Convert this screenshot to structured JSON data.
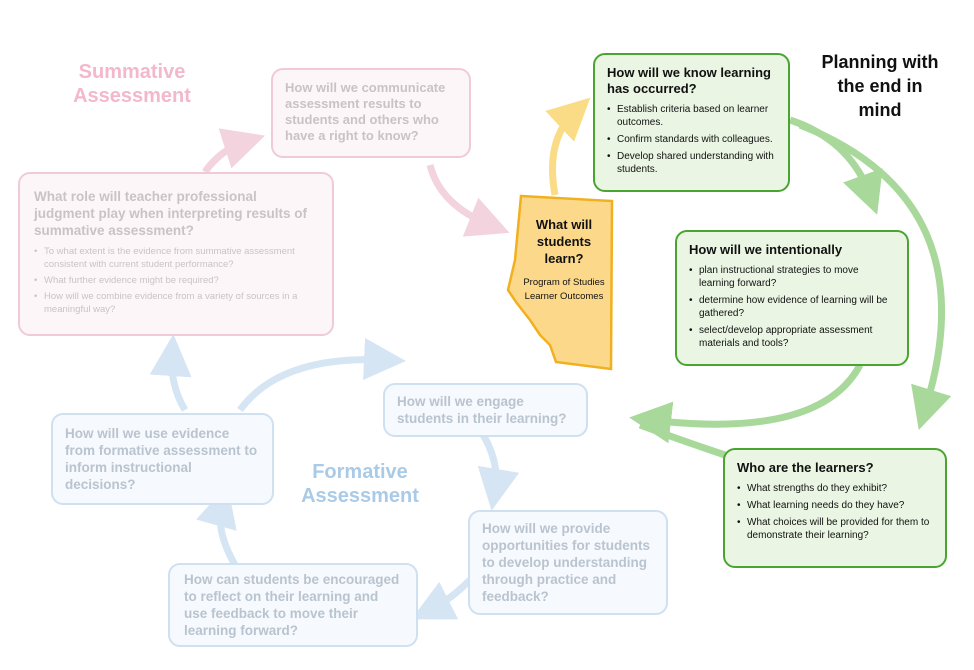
{
  "summative": {
    "title": "Summative Assessment",
    "communicate": "How will we communicate assessment results to students and others who have a right to know?",
    "judgment": {
      "question": "What role will teacher professional judgment play when interpreting results of summative assessment?",
      "bullets": [
        "To what extent is the evidence from summative assessment consistent with current student performance?",
        "What further evidence might be required?",
        "How will we combine evidence from a variety of sources in a meaningful way?"
      ]
    }
  },
  "center": {
    "question": "What will students learn?",
    "subtitle": "Program of Studies Learner Outcomes",
    "colors": {
      "fill": "#fcd98a",
      "border": "#f0b020"
    }
  },
  "planning": {
    "title": "Planning with the end in mind",
    "know": {
      "question": "How will we know learning has occurred?",
      "bullets": [
        "Establish criteria based on learner outcomes.",
        "Confirm standards with colleagues.",
        "Develop shared understanding with students."
      ]
    },
    "intentionally": {
      "question": "How will we intentionally",
      "bullets": [
        "plan instructional strategies to move learning forward?",
        "determine how evidence of learning will be gathered?",
        "select/develop appropriate assessment materials and tools?"
      ]
    },
    "learners": {
      "question": "Who are the learners?",
      "bullets": [
        "What strengths do they exhibit?",
        "What learning needs do they have?",
        "What choices will be provided for them to demonstrate their learning?"
      ]
    }
  },
  "formative": {
    "title": "Formative Assessment",
    "engage": "How will we engage students in their learning?",
    "opportunities": "How will we provide opportunities for students to develop understanding through practice and feedback?",
    "reflect": "How can students be encouraged to reflect on their learning and use feedback to move their learning forward?",
    "evidence": "How will we use evidence from formative assessment to inform instructional decisions?"
  }
}
